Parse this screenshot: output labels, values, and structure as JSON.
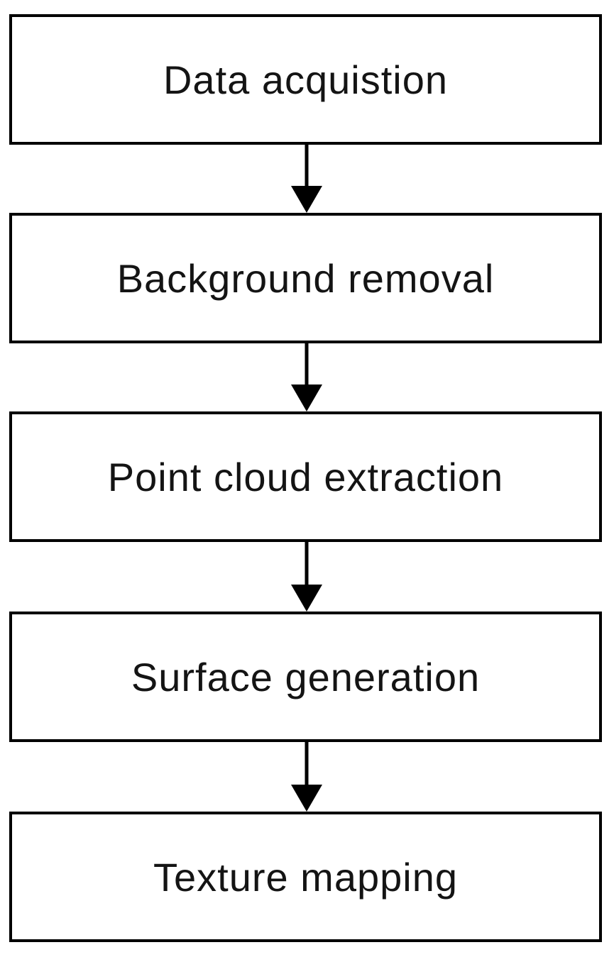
{
  "steps": [
    {
      "label": "Data acquistion"
    },
    {
      "label": "Background removal"
    },
    {
      "label": "Point cloud extraction"
    },
    {
      "label": "Surface generation"
    },
    {
      "label": "Texture mapping"
    }
  ],
  "colors": {
    "stroke": "#000000",
    "text": "#141414",
    "background": "#ffffff"
  }
}
